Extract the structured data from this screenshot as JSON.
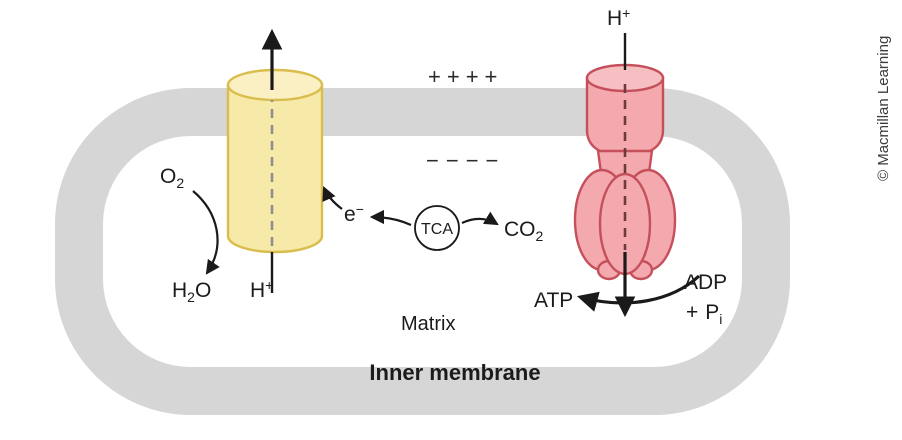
{
  "figure": {
    "credit": "© Macmillan Learning",
    "membrane_label": "Inner membrane",
    "matrix_label": "Matrix",
    "charges": {
      "outside": "++++",
      "inside": "−−−−"
    },
    "tca_label": "TCA",
    "atp_label": "ATP",
    "adp_label": "ADP",
    "formulas": {
      "o2": {
        "base": "O",
        "sub": "2"
      },
      "h2o": {
        "h": "H",
        "sub": "2",
        "o": "O"
      },
      "h_plus_left": {
        "base": "H",
        "sup": "+"
      },
      "h_plus_right": {
        "base": "H",
        "sup": "+"
      },
      "electron": {
        "base": "e",
        "sup": "−"
      },
      "co2": {
        "base": "CO",
        "sub": "2"
      },
      "pi": {
        "plus": "+",
        "base": "P",
        "sub": "i"
      }
    },
    "colors": {
      "membrane": "#d6d6d6",
      "etc_fill": "#f7e9a8",
      "etc_top_fill": "#faf0c4",
      "synthase_fill": "#f3a9ad",
      "synthase_top_fill": "#f6bfc2",
      "ink": "#1a1a1a"
    }
  }
}
